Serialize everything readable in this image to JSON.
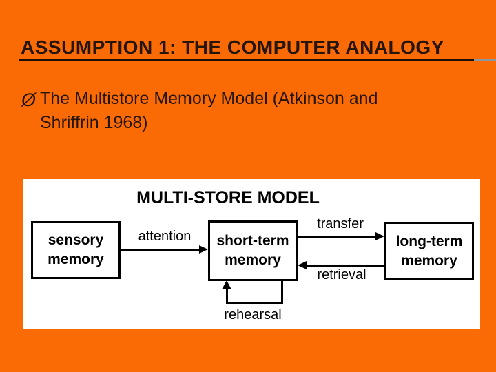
{
  "slide": {
    "title": "ASSUMPTION 1: THE COMPUTER ANALOGY",
    "bullet": {
      "marker": "Ø",
      "lines": [
        "The Multistore Memory Model (Atkinson and",
        "Shriffrin 1968)"
      ]
    }
  },
  "diagram": {
    "title": "MULTI-STORE MODEL",
    "boxes": [
      {
        "id": "sensory-memory",
        "lines": [
          "sensory",
          "memory"
        ]
      },
      {
        "id": "short-term-memory",
        "lines": [
          "short-term",
          "memory"
        ]
      },
      {
        "id": "long-term-memory",
        "lines": [
          "long-term",
          "memory"
        ]
      }
    ],
    "labels": {
      "attention": "attention",
      "transfer": "transfer",
      "retrieval": "retrieval",
      "rehearsal": "rehearsal"
    }
  },
  "colors": {
    "background": "#FA6A05",
    "text_dark": "#26150A",
    "title_underline_dark": "#1A0E05",
    "title_underline_gray": "#8C97A1",
    "panel_background": "#FFFFFF",
    "diagram_ink": "#000000"
  }
}
